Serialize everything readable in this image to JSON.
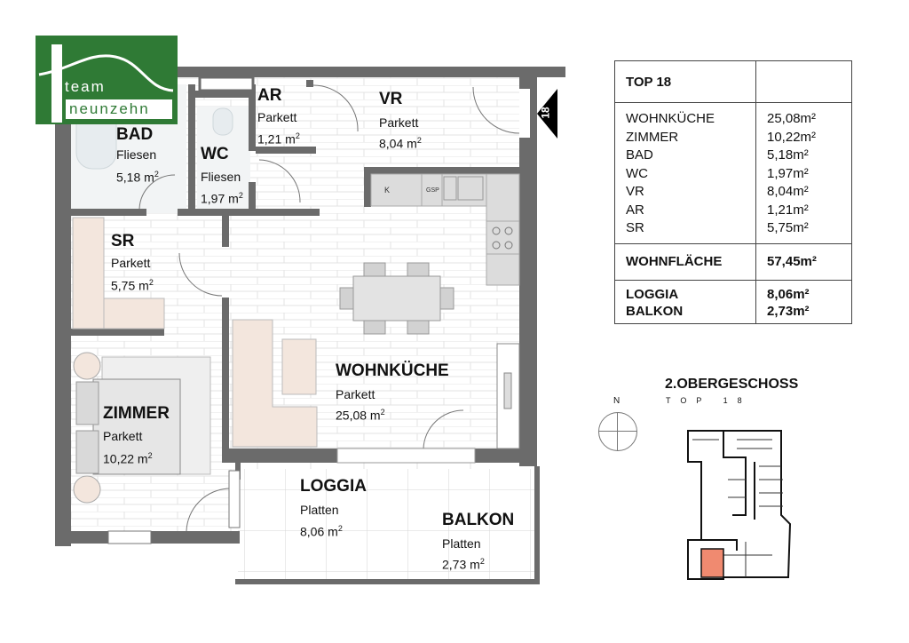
{
  "logo": {
    "line1": "team",
    "line2": "neunzehn",
    "brand_color": "#2f7a35"
  },
  "unit_marker": {
    "label": "18",
    "icon": "triangle-left-icon"
  },
  "rooms": {
    "bad": {
      "name": "BAD",
      "floor": "Fliesen",
      "area": "5,18 m",
      "sup": "2"
    },
    "wc": {
      "name": "WC",
      "floor": "Fliesen",
      "area": "1,97 m",
      "sup": "2"
    },
    "ar": {
      "name": "AR",
      "floor": "Parkett",
      "area": "1,21 m",
      "sup": "2"
    },
    "vr": {
      "name": "VR",
      "floor": "Parkett",
      "area": "8,04 m",
      "sup": "2"
    },
    "sr": {
      "name": "SR",
      "floor": "Parkett",
      "area": "5,75 m",
      "sup": "2"
    },
    "zimmer": {
      "name": "ZIMMER",
      "floor": "Parkett",
      "area": "10,22 m",
      "sup": "2"
    },
    "wohnkueche": {
      "name": "WOHNKÜCHE",
      "floor": "Parkett",
      "area": "25,08 m",
      "sup": "2"
    },
    "loggia": {
      "name": "LOGGIA",
      "floor": "Platten",
      "area": "8,06 m",
      "sup": "2"
    },
    "balkon": {
      "name": "BALKON",
      "floor": "Platten",
      "area": "2,73 m",
      "sup": "2"
    }
  },
  "kitchen": {
    "fridge": "K",
    "dishwasher": "GSP"
  },
  "table": {
    "title": "TOP 18",
    "rooms": [
      {
        "name": "WOHNKÜCHE",
        "area": "25,08m²"
      },
      {
        "name": "ZIMMER",
        "area": "10,22m²"
      },
      {
        "name": "BAD",
        "area": "5,18m²"
      },
      {
        "name": "WC",
        "area": "1,97m²"
      },
      {
        "name": "VR",
        "area": "8,04m²"
      },
      {
        "name": "AR",
        "area": "1,21m²"
      },
      {
        "name": "SR",
        "area": "5,75m²"
      }
    ],
    "total": {
      "name": "WOHNFLÄCHE",
      "area": "57,45m²"
    },
    "outdoor": [
      {
        "name": "LOGGIA",
        "area": "8,06m²"
      },
      {
        "name": "BALKON",
        "area": "2,73m²"
      }
    ]
  },
  "floor": {
    "title": "2.OBERGESCHOSS",
    "subtitle": "TOP 18",
    "north": "N",
    "highlight_color": "#f08a70"
  },
  "colors": {
    "wall": "#6b6b6b",
    "floor_tile": "#f4f4f4",
    "furniture": "#d9d9d9",
    "soft_furniture": "#f3e6dd"
  }
}
